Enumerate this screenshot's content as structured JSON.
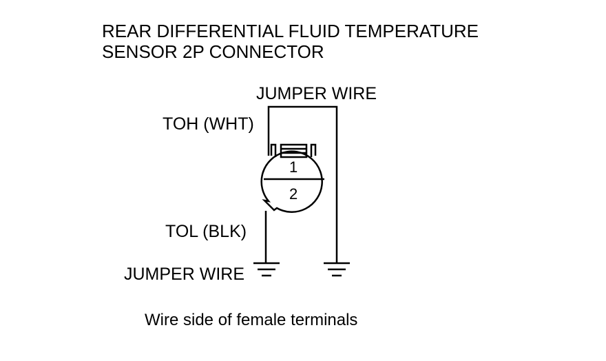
{
  "title": {
    "line1": "REAR DIFFERENTIAL FLUID TEMPERATURE",
    "line2": "SENSOR 2P CONNECTOR"
  },
  "labels": {
    "jumper_wire_top": "JUMPER WIRE",
    "toh": "TOH (WHT)",
    "tol": "TOL (BLK)",
    "jumper_wire_bottom": "JUMPER WIRE"
  },
  "connector": {
    "pin1": "1",
    "pin2": "2"
  },
  "caption": "Wire side of female terminals"
}
